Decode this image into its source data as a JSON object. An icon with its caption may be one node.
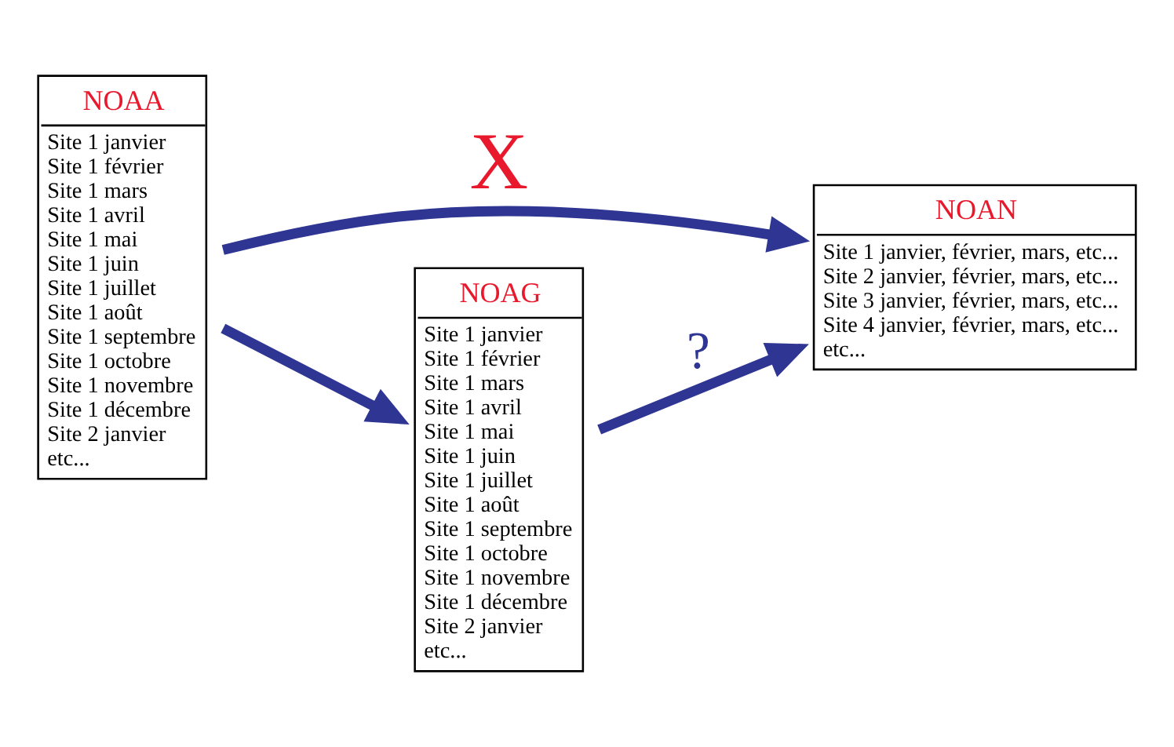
{
  "diagram": {
    "nodes": [
      {
        "text": [
          "NOAA",
          "Site 1 janvier",
          "Site 1 février",
          "Site 1 mars",
          "Site 1 avril",
          "Site 1 mai",
          "Site 1 juin",
          "Site 1 juillet",
          "Site 1 août",
          "Site 1 septembre",
          "Site 1 octobre",
          "Site 1 novembre",
          "Site 1 décembre",
          "Site 2 janvier",
          "etc..."
        ]
      },
      {
        "text": [
          "NOAN",
          "Site 1 janvier, février, mars, etc...",
          "Site 2 janvier, février, mars, etc...",
          "Site 3 janvier, février, mars, etc...",
          "Site 4 janvier, février, mars, etc...",
          "etc..."
        ]
      },
      {
        "text": [
          "NOAG",
          "Site 1 janvier",
          "Site 1 février",
          "Site 1 mars",
          "Site 1 avril",
          "Site 1 mai",
          "Site 1 juin",
          "Site 1 juillet",
          "Site 1 août",
          "Site 1 septembre",
          "Site 1 octobre",
          "Site 1 novembre",
          "Site 1 décembre",
          "Site 2 janvier",
          "etc..."
        ]
      }
    ],
    "edges": [
      {
        "from": 0,
        "to": 1,
        "arrow": "to",
        "label": "X"
      },
      {
        "from": 0,
        "to": 2,
        "arrow": "to"
      },
      {
        "from": 2,
        "to": 1,
        "arrow": "to",
        "label": "?"
      }
    ]
  }
}
